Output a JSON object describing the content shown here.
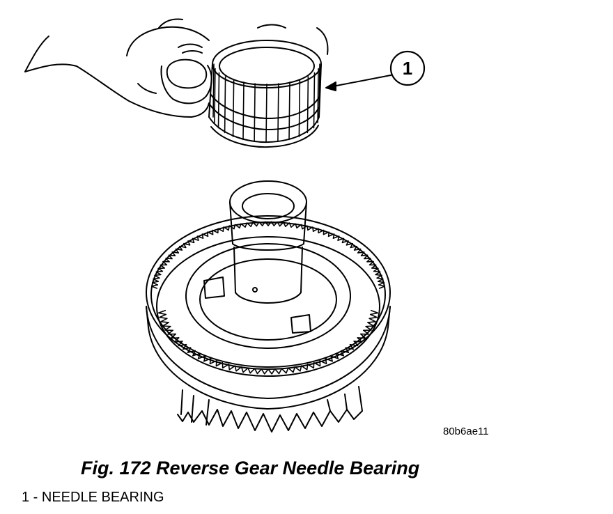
{
  "figure": {
    "caption": "Fig. 172 Reverse Gear Needle Bearing",
    "image_code": "80b6ae11",
    "callouts": [
      {
        "number": "1",
        "label": "NEEDLE BEARING"
      }
    ],
    "legend_line": "1 - NEEDLE BEARING"
  }
}
